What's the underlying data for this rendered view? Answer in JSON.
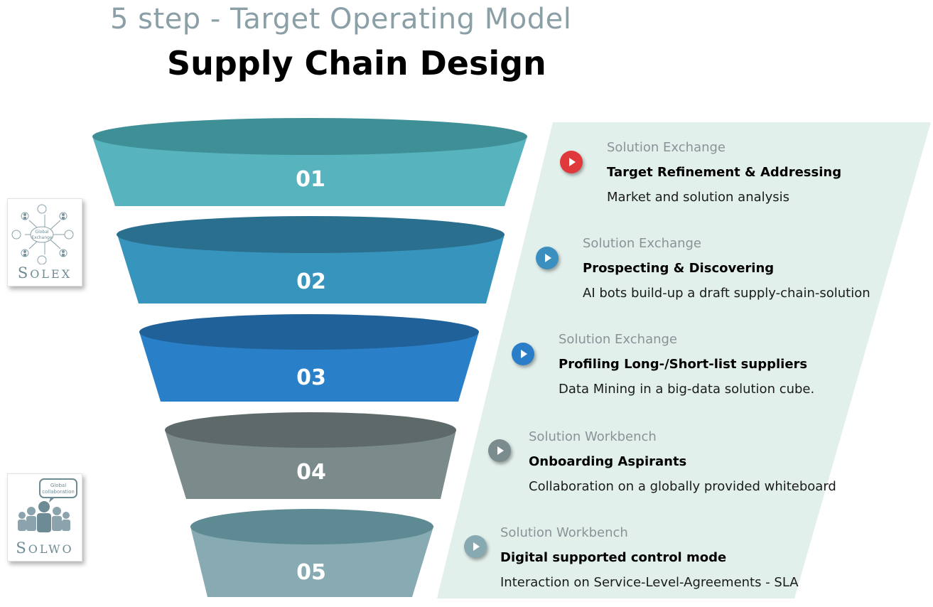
{
  "title": "5 step - Target Operating Model",
  "subtitle": "Supply Chain Design",
  "colors": {
    "panel": "#e2f0ec",
    "play_red": "#e0393c",
    "play_blue": "#3a8fbf",
    "play_blue2": "#2a7ec8",
    "play_gray": "#7a8c8e",
    "play_light": "#86a9b2"
  },
  "steps": [
    {
      "number": "01",
      "category": "Solution Exchange",
      "title": "Target Refinement & Addressing",
      "description": "Market and solution analysis"
    },
    {
      "number": "02",
      "category": "Solution Exchange",
      "title": "Prospecting & Discovering",
      "description": "AI bots build-up a draft supply-chain-solution"
    },
    {
      "number": "03",
      "category": "Solution Exchange",
      "title": "Profiling Long-/Short-list suppliers",
      "description": "Data Mining in a big-data solution cube."
    },
    {
      "number": "04",
      "category": "Solution Workbench",
      "title": "Onboarding Aspirants",
      "description": "Collaboration on a globally provided whiteboard"
    },
    {
      "number": "05",
      "category": "Solution Workbench",
      "title": "Digital supported control mode",
      "description": "Interaction on Service-Level-Agreements - SLA"
    }
  ],
  "logos": {
    "solex": {
      "name_first": "S",
      "name_rest": "OLEX",
      "center_text": "Global Exchange",
      "icon": "network-hub-icon"
    },
    "solwo": {
      "name_first": "S",
      "name_rest": "OLWO",
      "bubble_text": "Global collaboration",
      "icon": "group-people-icon"
    }
  }
}
